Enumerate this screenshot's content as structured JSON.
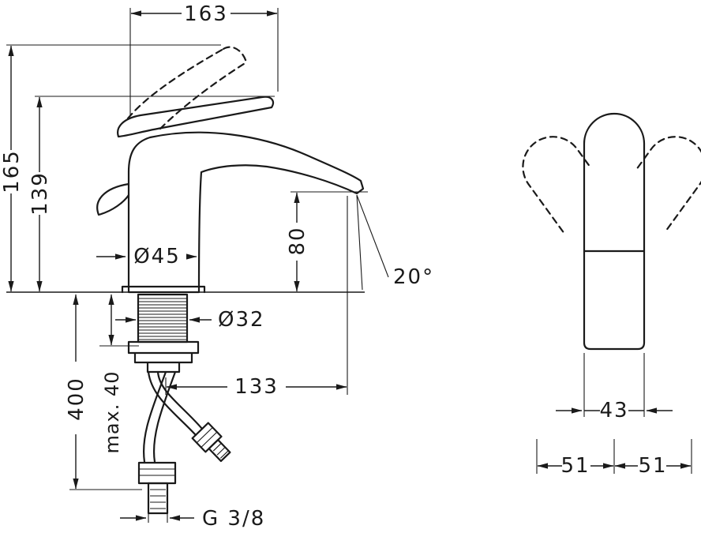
{
  "drawing": {
    "background_color": "#ffffff",
    "line_color": "#1a1a1a",
    "type": "faucet-technical-dimension-drawing"
  },
  "side_view": {
    "overall_length": "163",
    "height_handle_open": "165",
    "height_handle_closed": "139",
    "base_diameter": "Ø45",
    "spout_height": "80",
    "spout_angle": "20°",
    "shank_diameter": "Ø32",
    "spout_reach": "133",
    "hose_length": "400",
    "max_deck_thickness": "max. 40",
    "connection_thread": "G 3/8"
  },
  "front_view": {
    "handle_width": "43",
    "handle_swing_left": "51",
    "handle_swing_right": "51"
  }
}
